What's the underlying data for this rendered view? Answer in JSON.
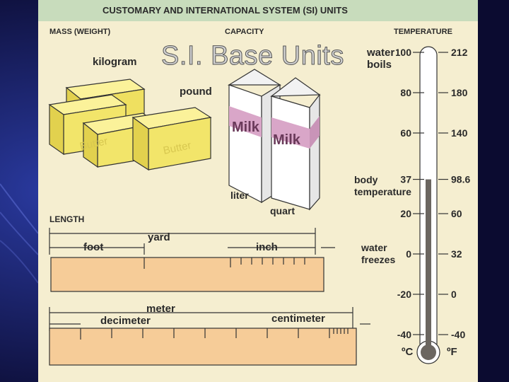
{
  "slide": {
    "title": "S.I. Base Units"
  },
  "figure": {
    "heading": "CUSTOMARY AND INTERNATIONAL SYSTEM (SI) UNITS",
    "sections": {
      "mass": "MASS (WEIGHT)",
      "capacity": "CAPACITY",
      "temperature": "TEMPERATURE",
      "length": "LENGTH"
    },
    "mass_labels": {
      "kilogram": "kilogram",
      "pound": "pound",
      "butter": "Butter"
    },
    "capacity_labels": {
      "liter": "liter",
      "quart": "quart",
      "milk": "Milk"
    },
    "length_labels": {
      "foot": "foot",
      "yard": "yard",
      "inch": "inch",
      "meter": "meter",
      "decimeter": "decimeter",
      "centimeter": "centimeter"
    },
    "temperature": {
      "water_boils": "water boils",
      "water_boils_1": "water",
      "water_boils_2": "boils",
      "body_temperature_1": "body",
      "body_temperature_2": "temperature",
      "water_freezes_1": "water",
      "water_freezes_2": "freezes",
      "celsius_unit": "ºC",
      "fahrenheit_unit": "ºF",
      "scale": [
        {
          "c": "100",
          "f": "212"
        },
        {
          "c": "80",
          "f": "180"
        },
        {
          "c": "60",
          "f": "140"
        },
        {
          "c": "37",
          "f": "98.6"
        },
        {
          "c": "20",
          "f": "60"
        },
        {
          "c": "0",
          "f": "32"
        },
        {
          "c": "-20",
          "f": "0"
        },
        {
          "c": "-40",
          "f": "-40"
        }
      ],
      "mercury_level_c": 37
    }
  },
  "colors": {
    "panel": "#f5eed0",
    "title_bar": "#c8dcbc",
    "butter": "#f2e56a",
    "ruler": "#f6cc98",
    "carton_stripe": "#d9a6c8",
    "mercury": "#6b6660"
  }
}
